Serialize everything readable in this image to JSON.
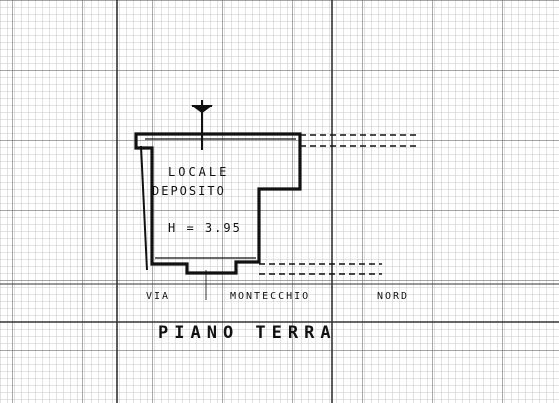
{
  "plan": {
    "room_name_line1": "LOCALE",
    "room_name_line2": "DEPOSITO",
    "height_label": "H = 3.95",
    "street_word1": "VIA",
    "street_word2": "MONTECCHIO",
    "street_word3": "NORD",
    "floor_title": "PIANO TERRA"
  },
  "colors": {
    "paper": "#ffffff",
    "grid_fine": "#b9b9b9",
    "grid_major": "#6f6f6f",
    "ink": "#111111"
  }
}
